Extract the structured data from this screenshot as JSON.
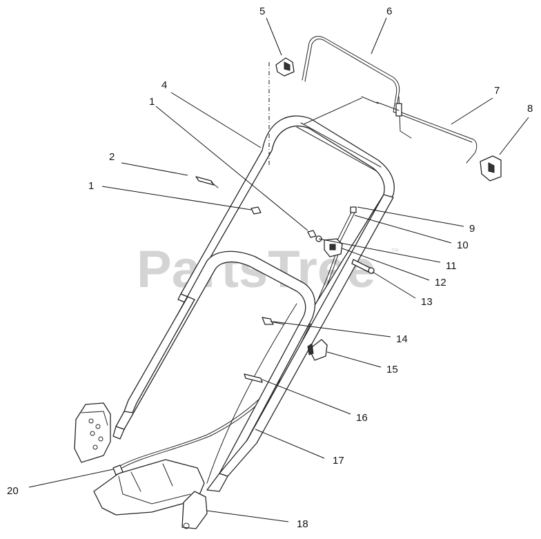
{
  "diagram": {
    "watermark": "PartsTree",
    "watermark_mark": "™",
    "callouts": [
      {
        "label": "1"
      },
      {
        "label": "1"
      },
      {
        "label": "2"
      },
      {
        "label": "4"
      },
      {
        "label": "5"
      },
      {
        "label": "6"
      },
      {
        "label": "7"
      },
      {
        "label": "8"
      },
      {
        "label": "9"
      },
      {
        "label": "10"
      },
      {
        "label": "11"
      },
      {
        "label": "12"
      },
      {
        "label": "13"
      },
      {
        "label": "14"
      },
      {
        "label": "15"
      },
      {
        "label": "16"
      },
      {
        "label": "17"
      },
      {
        "label": "18"
      },
      {
        "label": "20"
      }
    ]
  }
}
